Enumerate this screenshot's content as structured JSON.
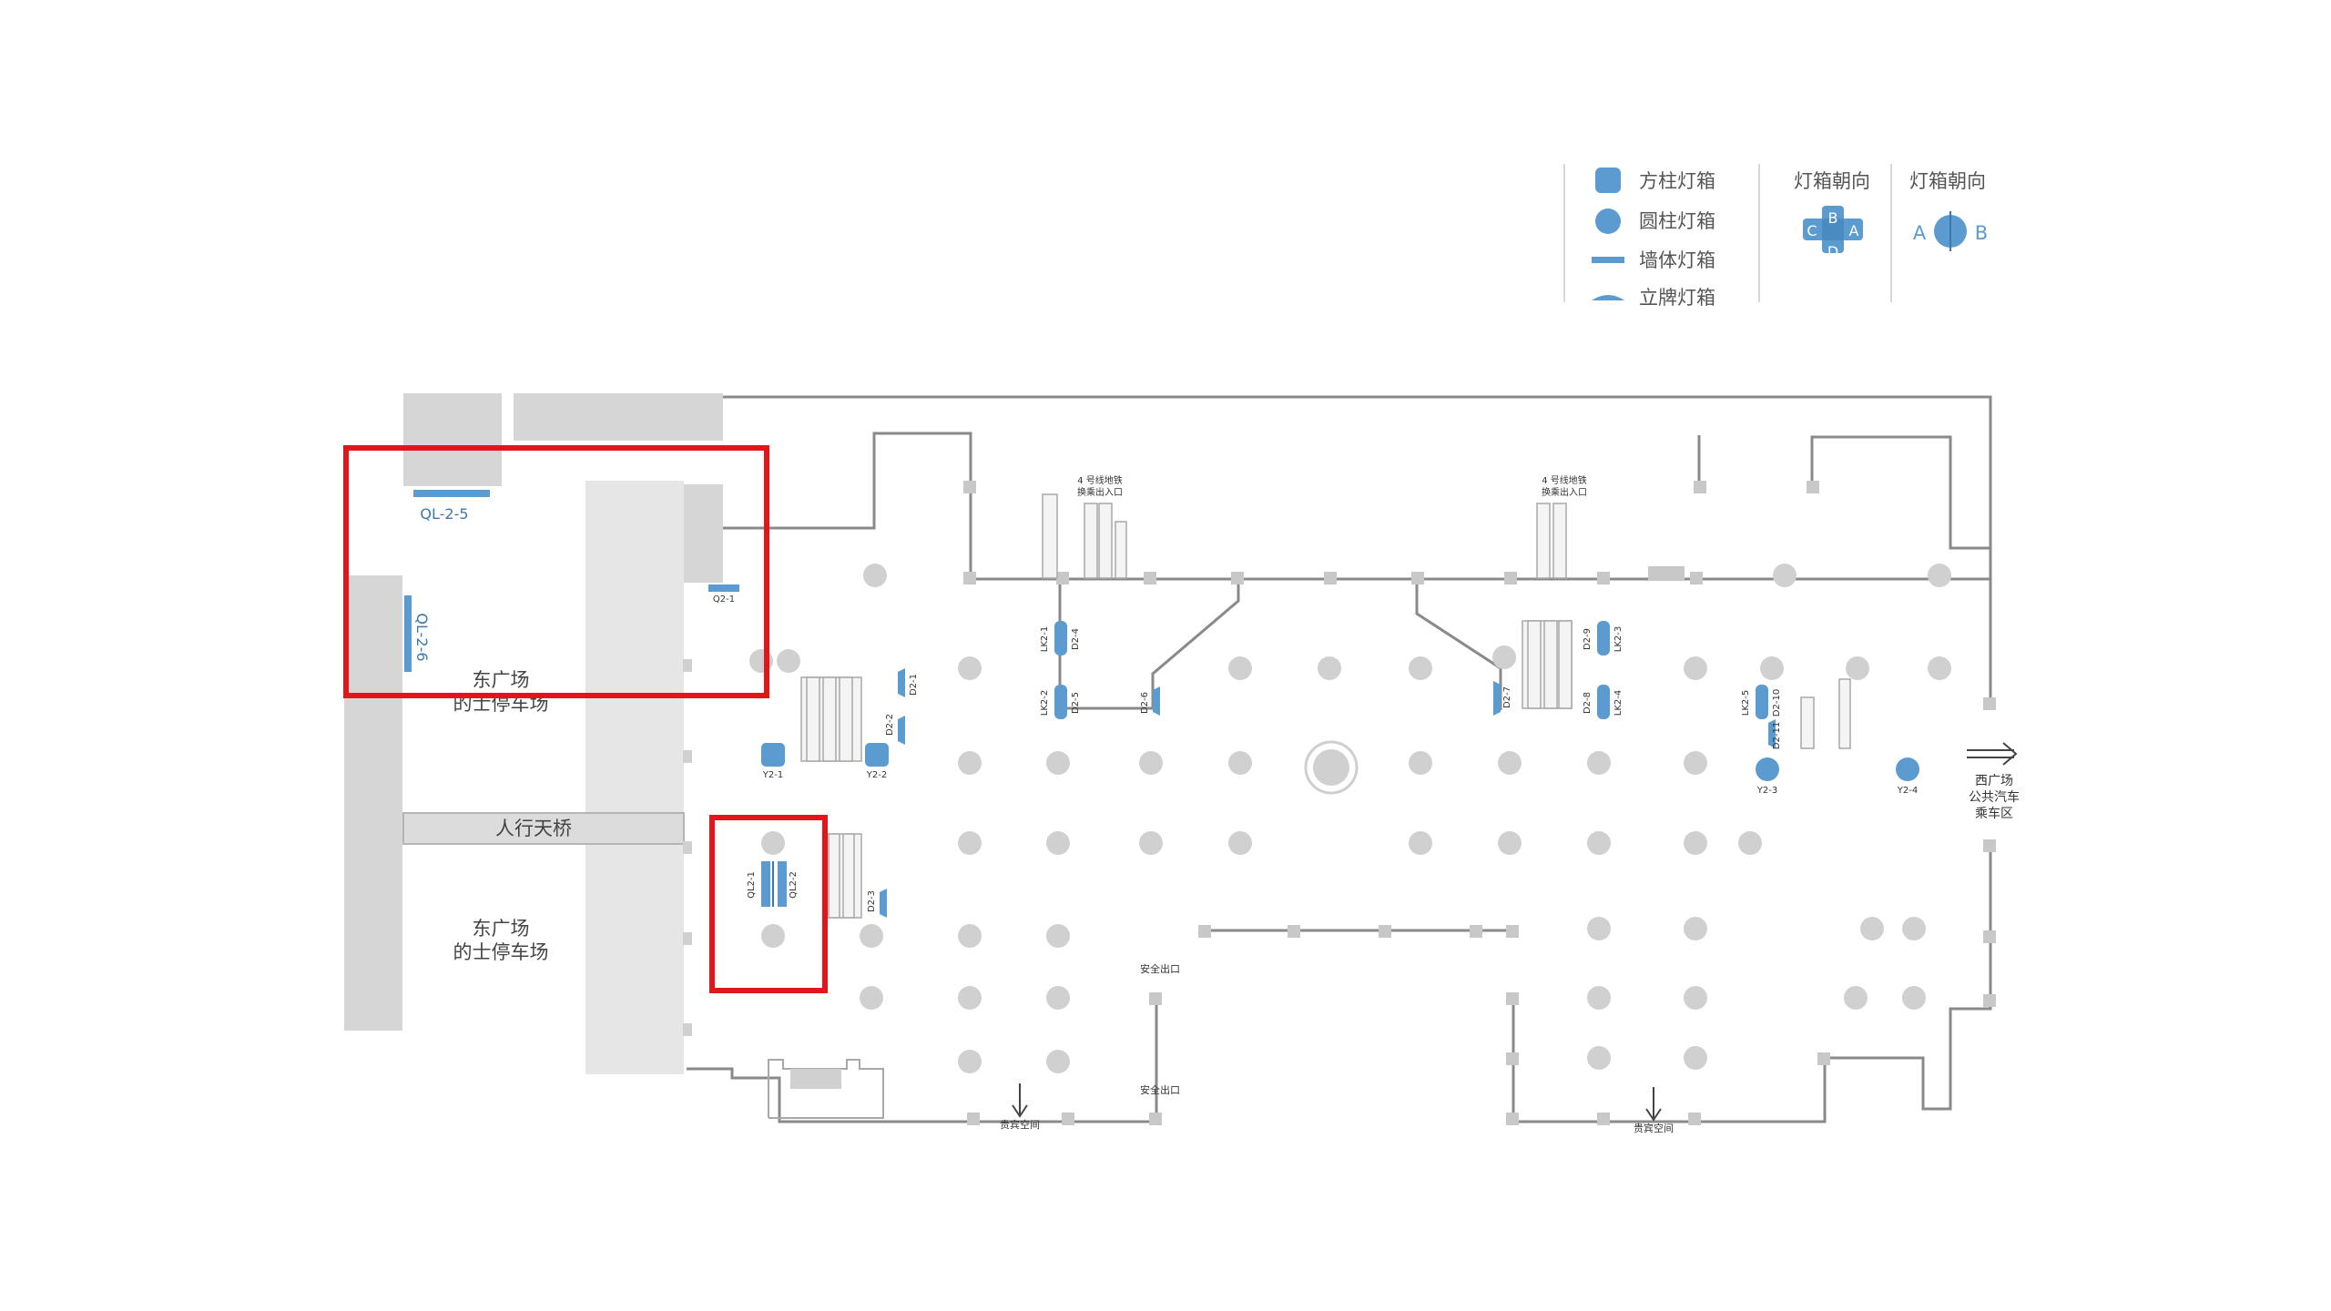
{
  "legend": {
    "items": [
      {
        "label": "方柱灯箱",
        "icon": "square-column-lightbox-icon"
      },
      {
        "label": "圆柱灯箱",
        "icon": "round-column-lightbox-icon"
      },
      {
        "label": "墙体灯箱",
        "icon": "wall-lightbox-icon"
      },
      {
        "label": "立牌灯箱",
        "icon": "standing-sign-lightbox-icon"
      }
    ],
    "square_orientation_title": "灯箱朝向",
    "round_orientation_title": "灯箱朝向",
    "orientation_letters": {
      "top": "B",
      "left": "C",
      "right": "A",
      "bottom": "D"
    },
    "round_left": "A",
    "round_right": "B"
  },
  "areas": {
    "east_taxi_upper": [
      "东广场",
      "的士停车场"
    ],
    "east_taxi_lower": [
      "东广场",
      "的士停车场"
    ],
    "skybridge": "人行天桥",
    "metro_left": [
      "4 号线地铁",
      "换乘出入口"
    ],
    "metro_right": [
      "4 号线地铁",
      "换乘出入口"
    ],
    "exit_top": "安全出口",
    "exit_bottom": "安全出口",
    "vip_left": "贵宾空间",
    "vip_right": "贵宾空间",
    "west_bus": [
      "西广场",
      "公共汽车",
      "乘车区"
    ]
  },
  "ads": {
    "ql_2_5": "QL-2-5",
    "ql_2_6": "QL-2-6",
    "q2_1": "Q2-1",
    "d2_1": "D2-1",
    "d2_2": "D2-2",
    "y2_1": "Y2-1",
    "y2_2": "Y2-2",
    "ql2_1": "QL2-1",
    "ql2_2": "QL2-2",
    "d2_3": "D2-3",
    "lk2_1": "LK2-1",
    "d2_4": "D2-4",
    "lk2_2": "LK2-2",
    "d2_5": "D2-5",
    "d2_6": "D2-6",
    "d2_7": "D2-7",
    "d2_8": "D2-8",
    "lk2_3": "LK2-3",
    "d2_9": "D2-9",
    "lk2_4": "LK2-4",
    "lk2_5": "LK2-5",
    "d2_10": "D2-10",
    "d2_11": "D2-11",
    "y2_3": "Y2-3",
    "y2_4": "Y2-4"
  },
  "colors": {
    "ad_blue": "#5b9bd0",
    "ad_stroke": "#3a78ad",
    "highlight_red": "#e3151b",
    "wall_gray": "#8a8a8a",
    "column_gray": "#cfcfcf",
    "block_gray": "#d6d6d6"
  }
}
